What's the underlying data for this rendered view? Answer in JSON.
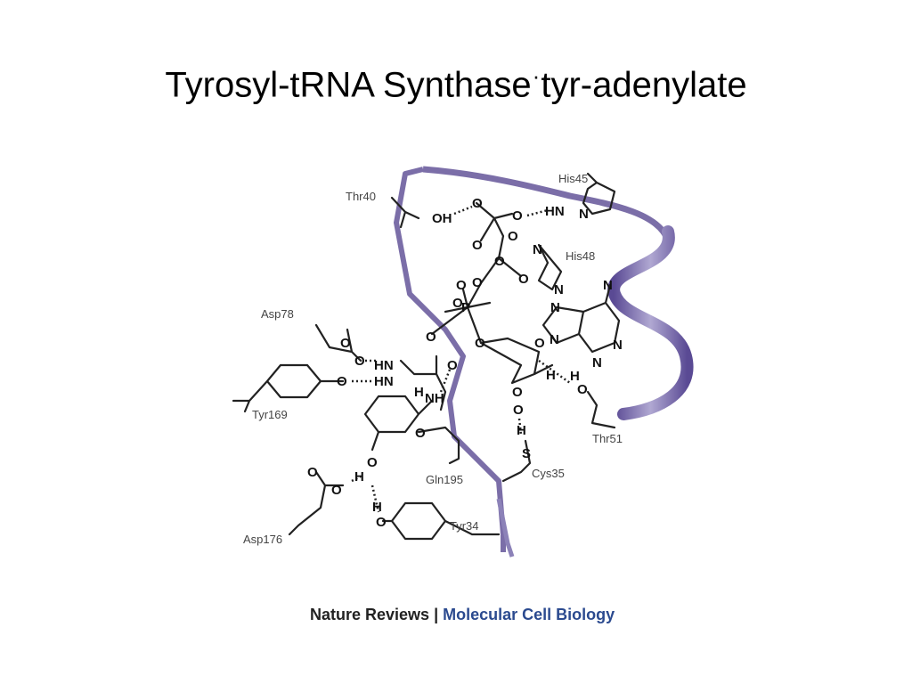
{
  "slide": {
    "title_part1": "Tyrosyl-tRNA Synthase",
    "title_dot": "·",
    "title_part2": "tyr-adenylate"
  },
  "figure": {
    "residue_labels": {
      "thr40": "Thr40",
      "his45": "His45",
      "his48": "His48",
      "asp78": "Asp78",
      "tyr169": "Tyr169",
      "thr51": "Thr51",
      "gln195": "Gln195",
      "cys35": "Cys35",
      "asp176": "Asp176",
      "tyr34": "Tyr34"
    },
    "ribbon_color": "#8c7fb6",
    "credit": {
      "journal": "Nature Reviews",
      "separator": "|",
      "section": "Molecular Cell Biology"
    }
  }
}
